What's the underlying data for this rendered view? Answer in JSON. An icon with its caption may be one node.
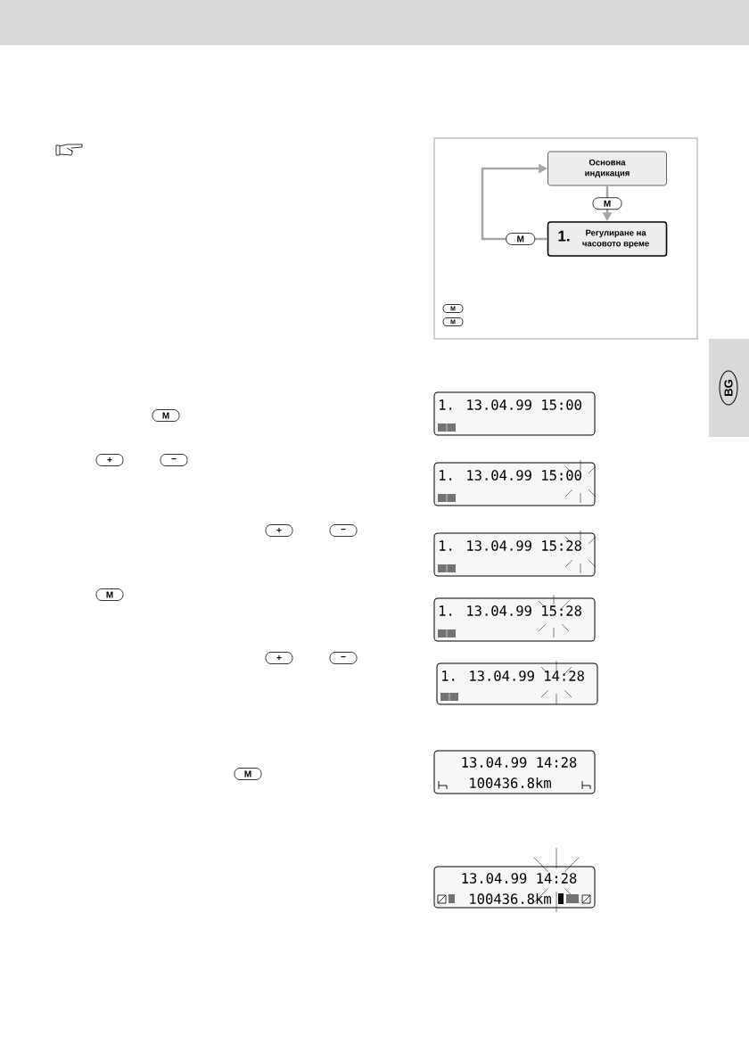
{
  "diagram": {
    "nodes": [
      {
        "text": [
          "Основна индикация"
        ]
      },
      {
        "text": [
          "1.",
          "Регулиране на часовото време"
        ]
      }
    ],
    "edges": [
      {
        "from": 0,
        "to": 1,
        "arrow": "to",
        "label": "M"
      },
      {
        "from": 1,
        "to": 0,
        "arrow": "to",
        "label": "M"
      }
    ],
    "labels": [
      "M",
      "M",
      "BG",
      "M",
      "+",
      "−",
      "+",
      "−",
      "M",
      "+",
      "−",
      "M",
      "1. 13.04.99 15:00",
      "1. 13.04.99 15:00",
      "1. 13.04.99 15:28",
      "1. 13.04.99 15:28",
      "1. 13.04.99 14:28",
      "13.04.99 14:28",
      "100436.8km",
      "13.04.99 14:28",
      "100436.8km"
    ]
  }
}
